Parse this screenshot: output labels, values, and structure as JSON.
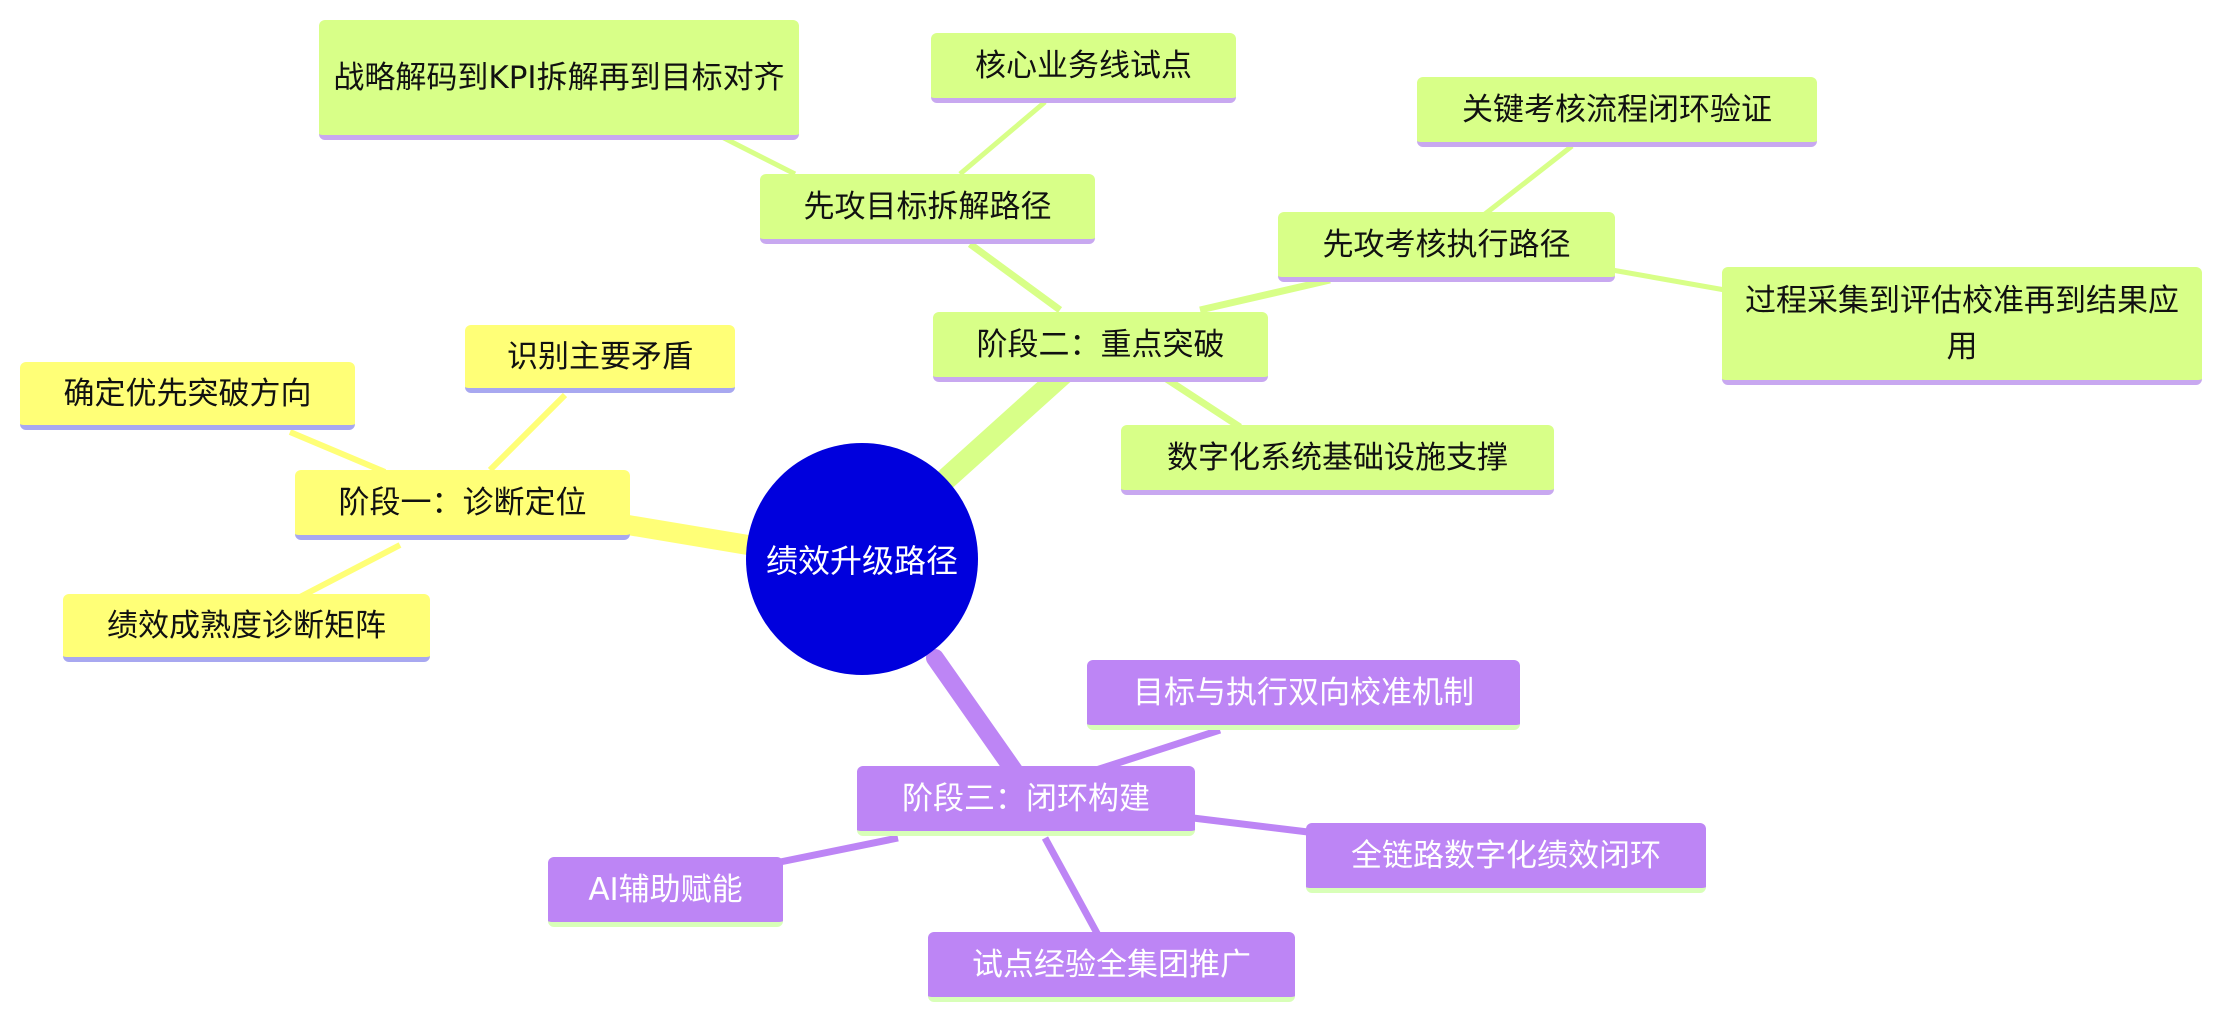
{
  "center": {
    "label": "绩效升级路径",
    "color": "#0000dd"
  },
  "branches": {
    "stage1": {
      "label": "阶段一：诊断定位",
      "color": "#ffff77",
      "children": [
        "识别主要矛盾",
        "确定优先突破方向",
        "绩效成熟度诊断矩阵"
      ]
    },
    "stage2": {
      "label": "阶段二：重点突破",
      "color": "#d8ff88",
      "children": {
        "target_path": {
          "label": "先攻目标拆解路径",
          "children": [
            "战略解码到KPI拆解再到目标对齐",
            "核心业务线试点"
          ]
        },
        "assessment_path": {
          "label": "先攻考核执行路径",
          "children": [
            "关键考核流程闭环验证",
            "过程采集到评估校准再到结果应用"
          ]
        },
        "digital_support": "数字化系统基础设施支撑"
      }
    },
    "stage3": {
      "label": "阶段三：闭环构建",
      "color": "#bd85f5",
      "children": [
        "目标与执行双向校准机制",
        "全链路数字化绩效闭环",
        "试点经验全集团推广",
        "AI辅助赋能"
      ]
    }
  }
}
